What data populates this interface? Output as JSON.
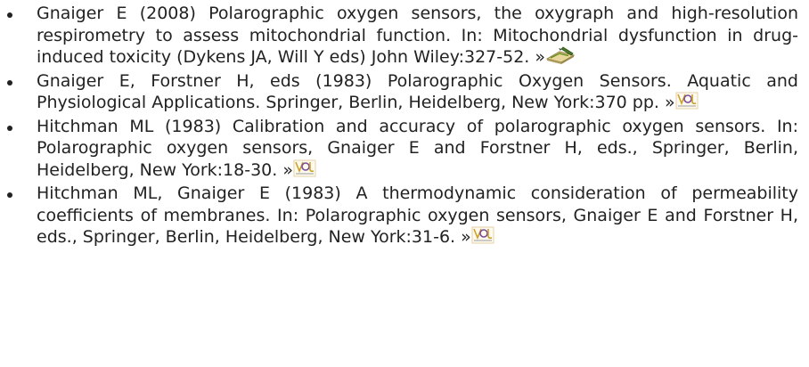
{
  "references": [
    {
      "text": "Gnaiger E (2008) Polarographic oxygen sensors, the oxygraph and high-resolution respirometry to assess mitochondrial function. In: Mitochondrial dysfunction in drug-induced toxicity (Dykens JA, Will Y eds) John Wiley:327-52.",
      "link_text": "»",
      "icon": "book-pen-icon"
    },
    {
      "text": "Gnaiger E, Forstner H, eds (1983) Polarographic Oxygen Sensors. Aquatic and Physiological Applications. Springer, Berlin, Heidelberg, New York:370 pp.",
      "link_text": "»",
      "icon": "bioblast-publication-icon"
    },
    {
      "text": "Hitchman ML (1983) Calibration and accuracy of polarographic oxygen sensors. In: Polarographic oxygen sensors, Gnaiger E and Forstner H, eds., Springer, Berlin, Heidelberg, New York:18-30.",
      "link_text": "»",
      "icon": "bioblast-publication-icon"
    },
    {
      "text": "Hitchman ML, Gnaiger E (1983) A thermodynamic consideration of permeability coefficients of membranes. In: Polarographic oxygen sensors, Gnaiger E and Forstner H, eds., Springer, Berlin, Heidelberg, New York:31-6.",
      "link_text": "»",
      "icon": "bioblast-publication-icon"
    }
  ],
  "colors": {
    "text": "#222222",
    "link": "#222222",
    "icon_green": "#6b8f23",
    "icon_gold": "#c9a227",
    "icon_purple": "#7a4a9c"
  }
}
